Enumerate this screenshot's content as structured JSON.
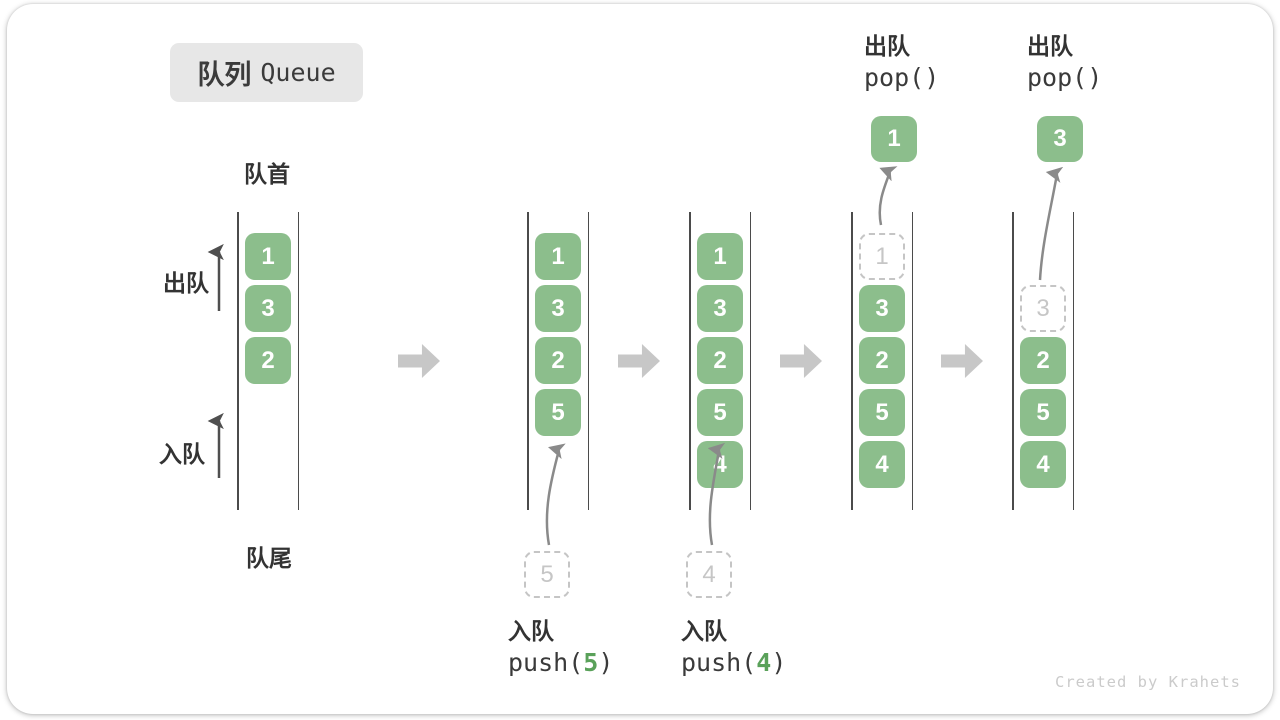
{
  "title": {
    "zh": "队列",
    "en": "Queue"
  },
  "labels": {
    "front": "队首",
    "rear": "队尾",
    "dequeue": "出队",
    "enqueue": "入队"
  },
  "ops": {
    "push5": {
      "label": "入队",
      "pre": "push(",
      "arg": "5",
      "post": ")"
    },
    "push4": {
      "label": "入队",
      "pre": "push(",
      "arg": "4",
      "post": ")"
    },
    "pop1": {
      "label": "出队",
      "call": "pop()"
    },
    "pop2": {
      "label": "出队",
      "call": "pop()"
    }
  },
  "states": [
    {
      "cells": [
        "1",
        "3",
        "2"
      ]
    },
    {
      "cells": [
        "1",
        "3",
        "2",
        "5"
      ],
      "incoming": "5"
    },
    {
      "cells": [
        "1",
        "3",
        "2",
        "5",
        "4"
      ],
      "incoming": "4"
    },
    {
      "ghost": "1",
      "cells": [
        "3",
        "2",
        "5",
        "4"
      ],
      "popped": "1"
    },
    {
      "ghost": "3",
      "cells": [
        "2",
        "5",
        "4"
      ],
      "popped": "3"
    }
  ],
  "watermark": "Created by Krahets",
  "colors": {
    "box_green": "#8cbe8c",
    "accent_green": "#5aa15a",
    "rail": "#4b4b4b",
    "block_arrow": "#c7c7c7",
    "ghost_border": "#c5c5c5",
    "badge_bg": "#e7e7e7"
  }
}
